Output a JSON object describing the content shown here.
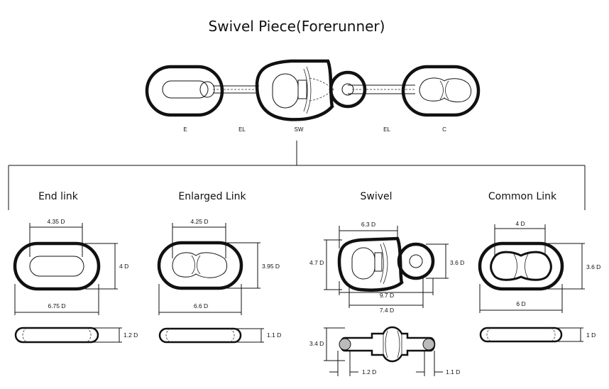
{
  "title": "Swivel Piece(Forerunner)",
  "assembly": {
    "labels": [
      "E",
      "EL",
      "SW",
      "EL",
      "C"
    ]
  },
  "columns": {
    "end_link": {
      "heading": "End link",
      "dims": {
        "width_top": "4.35 D",
        "height": "4 D",
        "length": "6.75 D",
        "thickness": "1.2 D"
      }
    },
    "enlarged_link": {
      "heading": "Enlarged Link",
      "dims": {
        "width_top": "4.25 D",
        "height": "3.95 D",
        "length": "6.6 D",
        "thickness": "1.1 D"
      }
    },
    "swivel": {
      "heading": "Swivel",
      "dims": {
        "top": "6.3 D",
        "left_height": "4.7 D",
        "right_height": "3.6 D",
        "length_a": "9.7 D",
        "length_b": "7.4 D",
        "side_height": "3.4 D",
        "side_a": "1.2 D",
        "side_b": "1.1 D"
      }
    },
    "common_link": {
      "heading": "Common Link",
      "dims": {
        "width_top": "4 D",
        "height": "3.6 D",
        "length": "6 D",
        "thickness": "1 D"
      }
    }
  }
}
